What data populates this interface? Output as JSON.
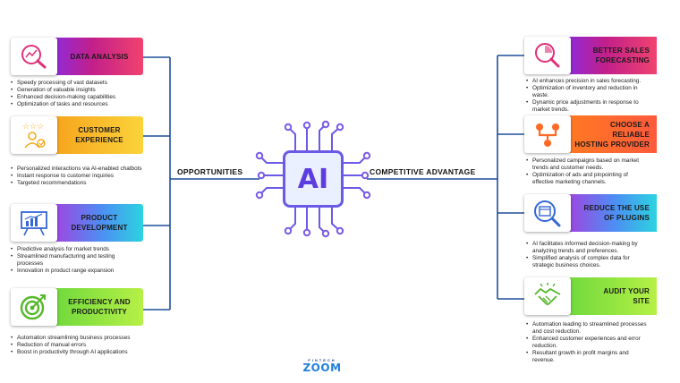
{
  "hub": {
    "chip_text": "AI",
    "left_label": "OPPORTUNITIES",
    "right_label": "COMPETITIVE ADVANTAGE"
  },
  "left_cards": [
    {
      "title_lines": [
        "DATA ANALYSIS"
      ],
      "icon": "magnifier-chart-icon",
      "bullets": [
        "Speedy processing of vast datasets",
        "Generation of valuable insights",
        "Enhanced decision-making capabilities",
        "Optimization of tasks and resources"
      ]
    },
    {
      "title_lines": [
        "CUSTOMER",
        "EXPERIENCE"
      ],
      "icon": "customer-rating-icon",
      "bullets": [
        "Personalized interactions via AI-enabled chatbots",
        "Instant response to customer inquiries",
        "Targeted recommendations"
      ]
    },
    {
      "title_lines": [
        "PRODUCT",
        "DEVELOPMENT"
      ],
      "icon": "presentation-board-icon",
      "bullets": [
        "Predictive analysis for market trends",
        "Streamlined manufacturing and testing",
        "processes",
        "Innovation in product range expansion"
      ]
    },
    {
      "title_lines": [
        "EFFICIENCY AND",
        "PRODUCTIVITY"
      ],
      "icon": "target-arrow-icon",
      "bullets": [
        "Automation streamlining business processes",
        "Reduction of manual errors",
        "Boost in productivity through AI applications"
      ]
    }
  ],
  "right_cards": [
    {
      "title_lines": [
        "BETTER SALES",
        "FORECASTING"
      ],
      "icon": "search-pie-icon",
      "bullets": [
        "AI enhances precision in sales forecasting.",
        "Optimization of inventory and reduction in",
        "waste.",
        "Dynamic price adjustments in response to",
        "market trends."
      ]
    },
    {
      "title_lines": [
        "CHOOSE A RELIABLE",
        "HOSTING PROVIDER"
      ],
      "icon": "network-nodes-icon",
      "bullets": [
        "Personalized campaigns based on market",
        "trends and customer needs.",
        "Optimization of ads and pinpointing of",
        "effective marketing channels."
      ]
    },
    {
      "title_lines": [
        "REDUCE THE USE",
        "OF PLUGINS"
      ],
      "icon": "web-search-icon",
      "bullets": [
        "AI facilitates informed decision-making by",
        "analyzing trends and preferences.",
        "Simplified analysis of complex data for",
        "strategic business choices."
      ]
    },
    {
      "title_lines": [
        "AUDIT YOUR",
        "SITE"
      ],
      "icon": "handshake-icon",
      "bullets": [
        "Automation leading to streamlined processes",
        "and cost reduction.",
        "Enhanced customer experiences and error",
        "reduction.",
        "Resultant growth in profit margins and",
        "revenue."
      ]
    }
  ],
  "logo": {
    "small": "FINTECH",
    "big": "ZOOM"
  },
  "colors": {
    "line": "#1f4f9a",
    "chip_border": "#6a5ae6",
    "chip_text": "#5c3ee0"
  }
}
